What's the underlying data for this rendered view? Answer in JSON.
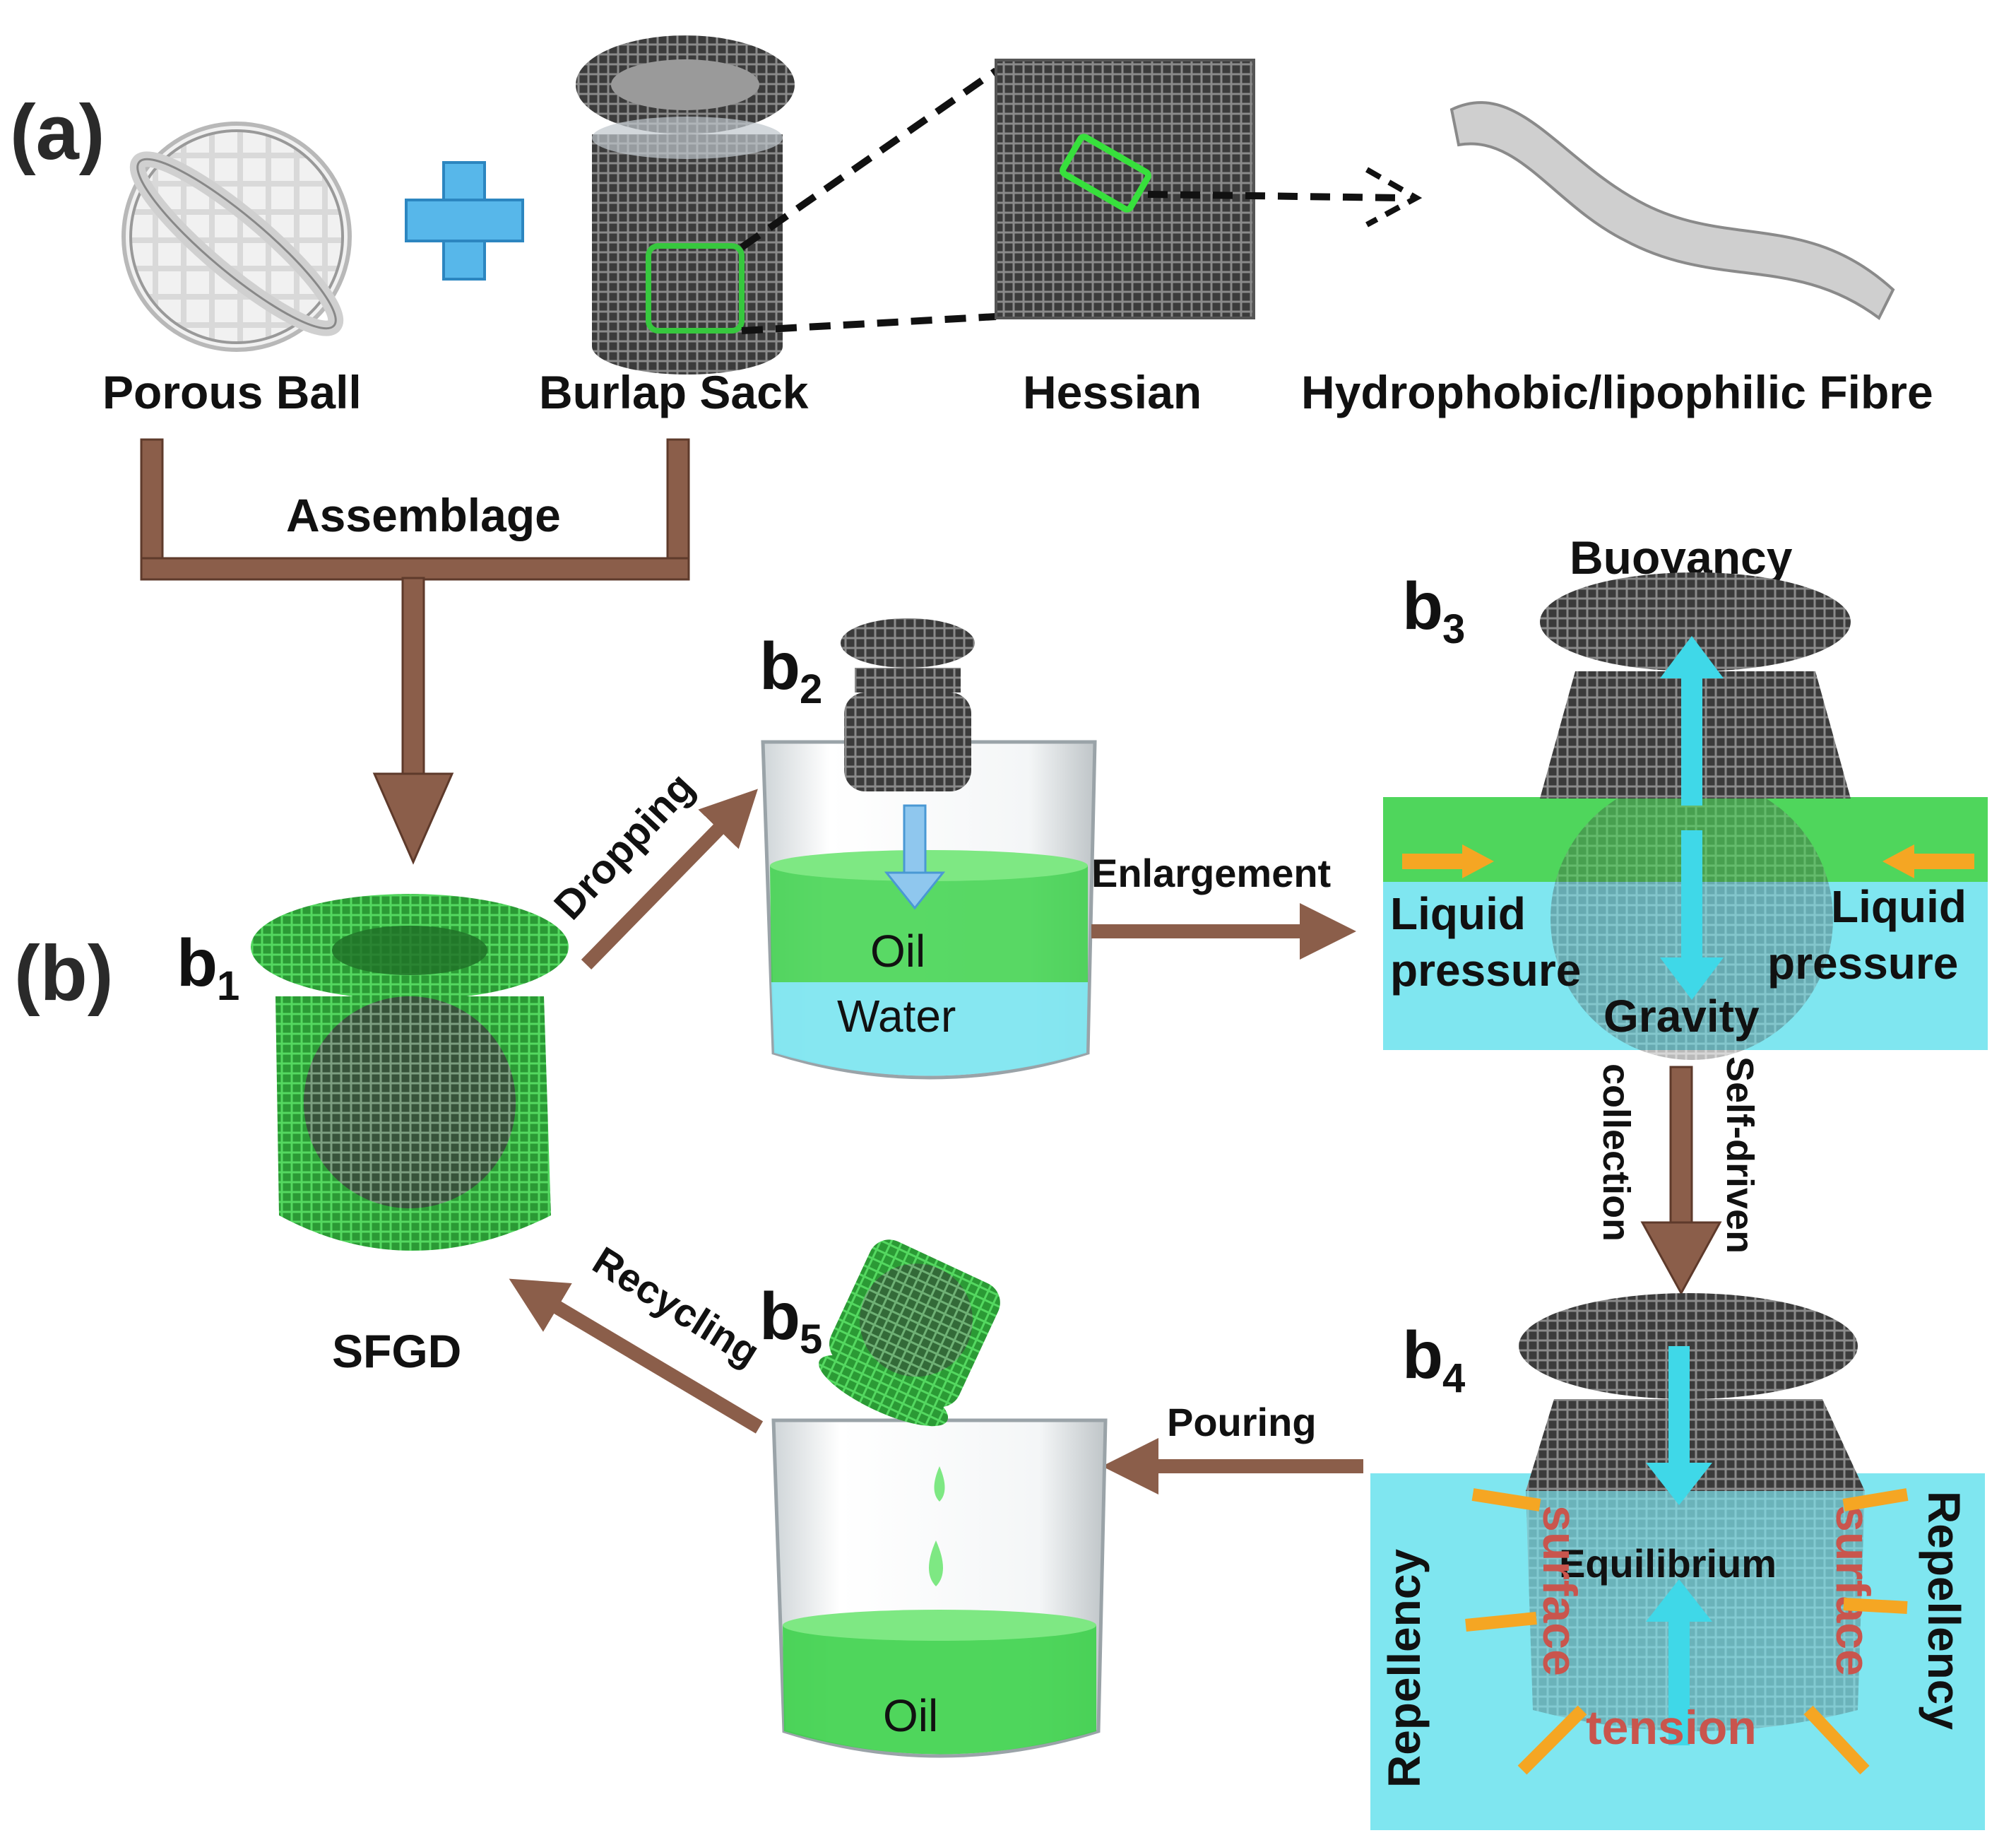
{
  "panel_a": {
    "panel_label": "(a)",
    "items": {
      "porous_ball": "Porous Ball",
      "burlap_sack": "Burlap Sack",
      "hessian": "Hessian",
      "fibre": "Hydrophobic/lipophilic  Fibre"
    },
    "assemblage": "Assemblage"
  },
  "panel_b": {
    "panel_label": "(b)",
    "b1": {
      "letter": "b",
      "sub": "1",
      "caption": "SFGD"
    },
    "b2": {
      "letter": "b",
      "sub": "2",
      "oil": "Oil",
      "water": "Water"
    },
    "b3": {
      "letter": "b",
      "sub": "3",
      "buoyancy": "Buoyancy",
      "gravity": "Gravity",
      "liquid": "Liquid",
      "pressure": "pressure"
    },
    "b4": {
      "letter": "b",
      "sub": "4",
      "repellency": "Repellency",
      "surface": "surface",
      "tension": "tension",
      "equilibrium": "Equilibrium"
    },
    "b5": {
      "letter": "b",
      "sub": "5",
      "oil": "Oil"
    },
    "arrows": {
      "dropping": "Dropping",
      "enlargement": "Enlargement",
      "self_driven": "Self-driven",
      "collection": "collection",
      "pouring": "Pouring",
      "recycling": "Recycling"
    }
  },
  "colors": {
    "brown_arrow": "#8b5e4a",
    "oil_green": "#3cd24a",
    "water_cyan": "#7fe6f0",
    "cyan_arrow": "#3fd8e8",
    "orange_arrow": "#f5a623"
  }
}
